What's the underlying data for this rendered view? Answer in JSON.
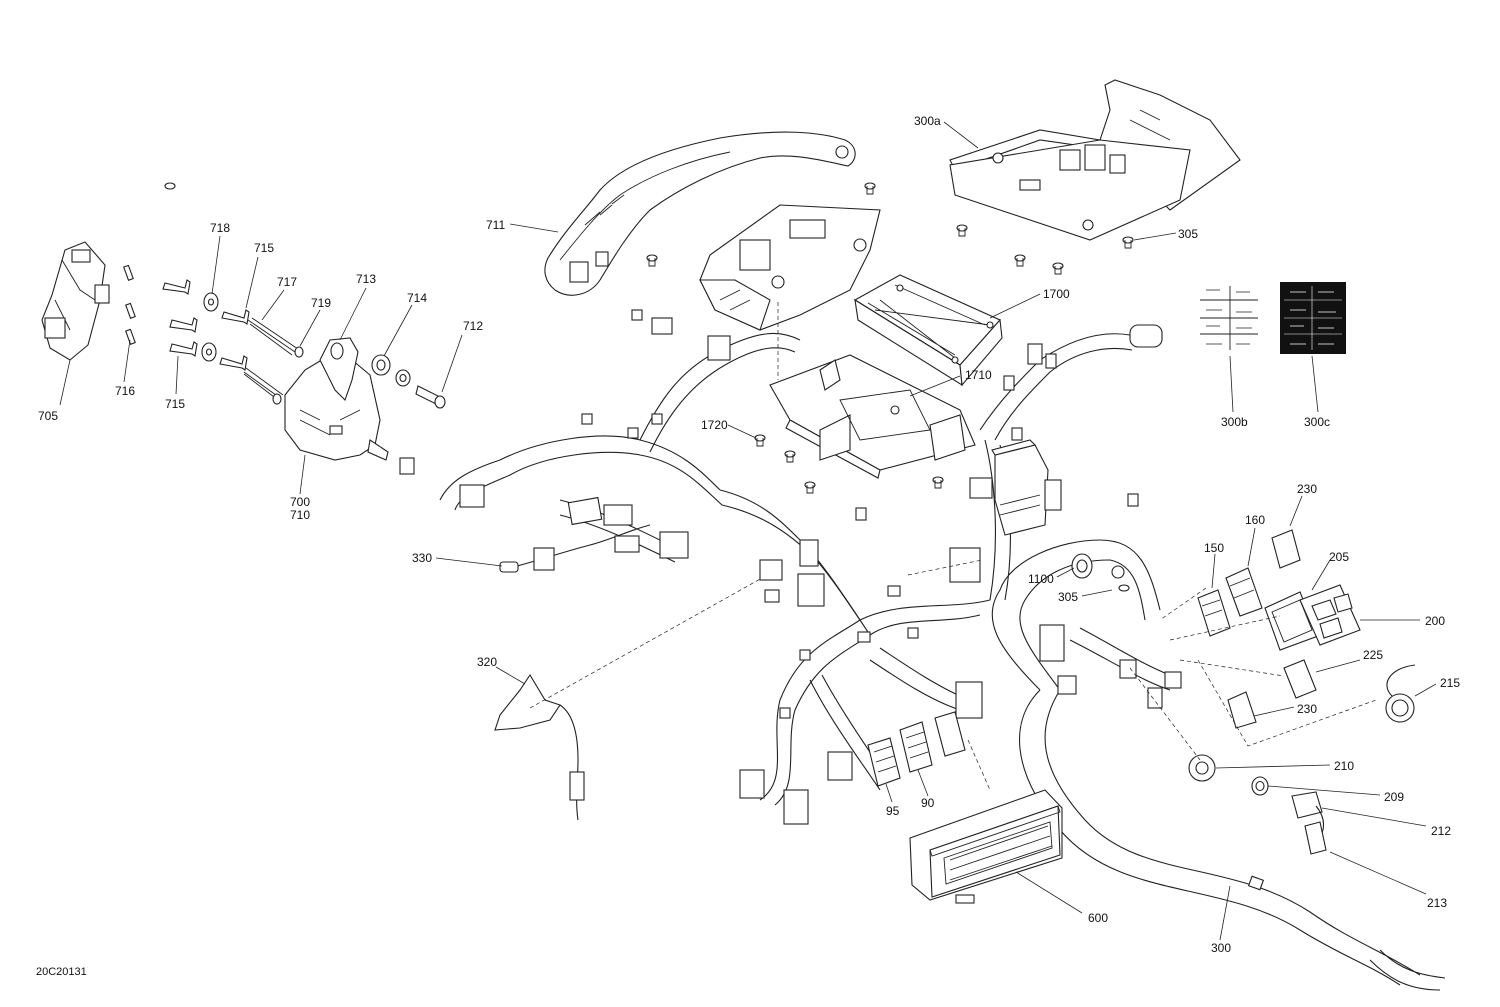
{
  "figure_id": "20C20131",
  "callouts": [
    {
      "id": "c711",
      "text": "711"
    },
    {
      "id": "c300a",
      "text": "300a"
    },
    {
      "id": "c305a",
      "text": "305"
    },
    {
      "id": "c718",
      "text": "718"
    },
    {
      "id": "c715a",
      "text": "715"
    },
    {
      "id": "c717",
      "text": "717"
    },
    {
      "id": "c713",
      "text": "713"
    },
    {
      "id": "c719",
      "text": "719"
    },
    {
      "id": "c714",
      "text": "714"
    },
    {
      "id": "c712",
      "text": "712"
    },
    {
      "id": "c1700",
      "text": "1700"
    },
    {
      "id": "c705",
      "text": "705"
    },
    {
      "id": "c716",
      "text": "716"
    },
    {
      "id": "c715b",
      "text": "715"
    },
    {
      "id": "c1710",
      "text": "1710"
    },
    {
      "id": "c1720",
      "text": "1720"
    },
    {
      "id": "c300b",
      "text": "300b"
    },
    {
      "id": "c300c",
      "text": "300c"
    },
    {
      "id": "c700",
      "text": "700"
    },
    {
      "id": "c710",
      "text": "710"
    },
    {
      "id": "c230a",
      "text": "230"
    },
    {
      "id": "c160",
      "text": "160"
    },
    {
      "id": "c150",
      "text": "150"
    },
    {
      "id": "c205",
      "text": "205"
    },
    {
      "id": "c330",
      "text": "330"
    },
    {
      "id": "c1100",
      "text": "1100"
    },
    {
      "id": "c305b",
      "text": "305"
    },
    {
      "id": "c200",
      "text": "200"
    },
    {
      "id": "c320",
      "text": "320"
    },
    {
      "id": "c225",
      "text": "225"
    },
    {
      "id": "c215",
      "text": "215"
    },
    {
      "id": "c230b",
      "text": "230"
    },
    {
      "id": "c210",
      "text": "210"
    },
    {
      "id": "c209",
      "text": "209"
    },
    {
      "id": "c95",
      "text": "95"
    },
    {
      "id": "c90",
      "text": "90"
    },
    {
      "id": "c212",
      "text": "212"
    },
    {
      "id": "c213",
      "text": "213"
    },
    {
      "id": "c600",
      "text": "600"
    },
    {
      "id": "c300",
      "text": "300"
    }
  ]
}
